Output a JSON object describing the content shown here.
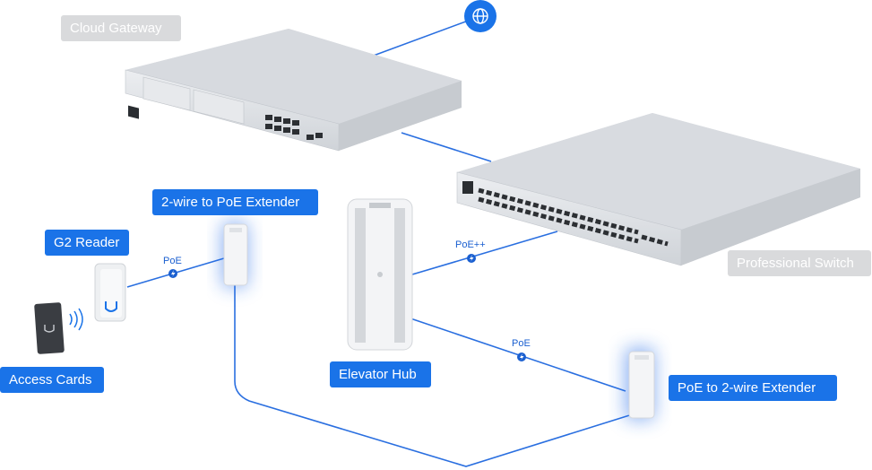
{
  "labels": {
    "cloud_gateway": "Cloud Gateway",
    "professional_switch": "Professional Switch",
    "two_wire_to_poe": "2-wire to PoE Extender",
    "g2_reader": "G2 Reader",
    "access_cards": "Access Cards",
    "elevator_hub": "Elevator Hub",
    "poe_to_two_wire": "PoE to 2-wire Extender"
  },
  "connections": {
    "poe_reader": "PoE",
    "poe_plus_plus": "PoE++",
    "poe_hub": "PoE"
  },
  "icons": {
    "internet": "globe-icon",
    "reader_logo": "u-logo-icon",
    "card_logo": "u-logo-icon",
    "wireless": "nfc-waves-icon",
    "poe_marker": "lightning-icon"
  },
  "colors": {
    "accent": "#1a73e8",
    "line": "#2a6fe0",
    "grey_label": "#d9dadc"
  }
}
